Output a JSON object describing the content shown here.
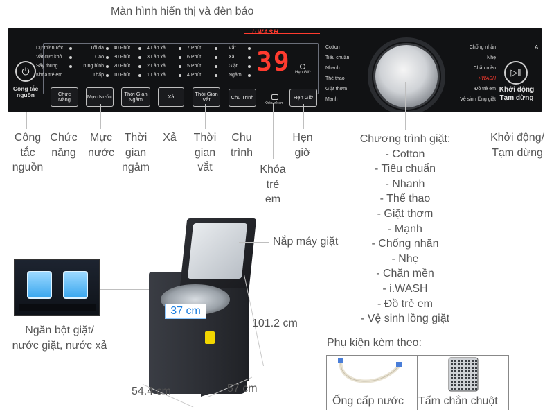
{
  "header": {
    "display_title": "Màn hình hiển thị và đèn báo"
  },
  "panel": {
    "brand": "i·WASH",
    "display_digits": "39",
    "timer_label": "Hẹn Giờ",
    "col1": [
      "Dự trữ nước",
      "Vắt cực khô",
      "Sấy thùng",
      "Khóa trẻ em"
    ],
    "col2": [
      "Tối đa",
      "Cao",
      "Trung bình",
      "Thấp"
    ],
    "col3": [
      "40 Phút",
      "30 Phút",
      "20 Phút",
      "10 Phút"
    ],
    "col4": [
      "4 Lần xả",
      "3 Lần xả",
      "2 Lần xả",
      "1 Lần xả"
    ],
    "col5": [
      "7 Phút",
      "6 Phút",
      "5 Phút",
      "4 Phút"
    ],
    "col6": [
      "Vắt",
      "Xả",
      "Giặt",
      "Ngâm"
    ],
    "buttons": [
      "Chức Năng",
      "Mực Nước",
      "Thời Gian Ngâm",
      "Xả",
      "Thời Gian Vắt",
      "Chu Trình",
      "Hẹn Giờ"
    ],
    "child_lock_small": "Khóa trẻ em",
    "power_label": "Công tắc nguồn",
    "start_label": "Khởi động Tạm dừng",
    "dial_left": [
      "Cotton",
      "Tiêu chuẩn",
      "Nhanh",
      "Thể thao",
      "Giặt thơm",
      "Mạnh"
    ],
    "dial_right": [
      "Chống nhăn",
      "Nhẹ",
      "Chăn mền",
      "i·WASH",
      "Đồ trẻ em",
      "Vệ sinh lồng giặt"
    ],
    "edge_text": "A"
  },
  "callouts": {
    "power": "Công\ntắc\nnguồn",
    "function": "Chức\nnăng",
    "water_level": "Mực\nnước",
    "soak_time": "Thời\ngian\nngâm",
    "rinse": "Xả",
    "spin_time": "Thời\ngian\nvắt",
    "cycle": "Chu\ntrình",
    "child_lock": "Khóa\ntrẻ\nem",
    "timer": "Hẹn\ngiờ",
    "start_pause": "Khởi động/\nTạm dừng"
  },
  "programs": {
    "title": "Chương trình giặt:",
    "items": [
      "- Cotton",
      "- Tiêu chuẩn",
      "- Nhanh",
      "- Thể thao",
      "- Giặt thơm",
      "- Mạnh",
      "- Chống nhăn",
      "- Nhẹ",
      "- Chăn mền",
      "- i.WASH",
      "- Đồ trẻ em",
      "- Vệ sinh lồng giặt"
    ]
  },
  "machine": {
    "lid_label": "Nắp máy giặt",
    "drum_diameter": "37 cm",
    "height": "101.2 cm",
    "width": "54.4 cm",
    "depth": "57 cm",
    "detergent_label": "Ngăn bột giặt/\nnước giặt, nước xả"
  },
  "accessories": {
    "title": "Phụ kiện kèm theo:",
    "items": [
      "Ống cấp nước",
      "Tấm chắn chuột"
    ]
  },
  "colors": {
    "accent_red": "#ff3b2f",
    "highlight_blue": "#1c7fe0",
    "panel_bg": "#111214"
  }
}
